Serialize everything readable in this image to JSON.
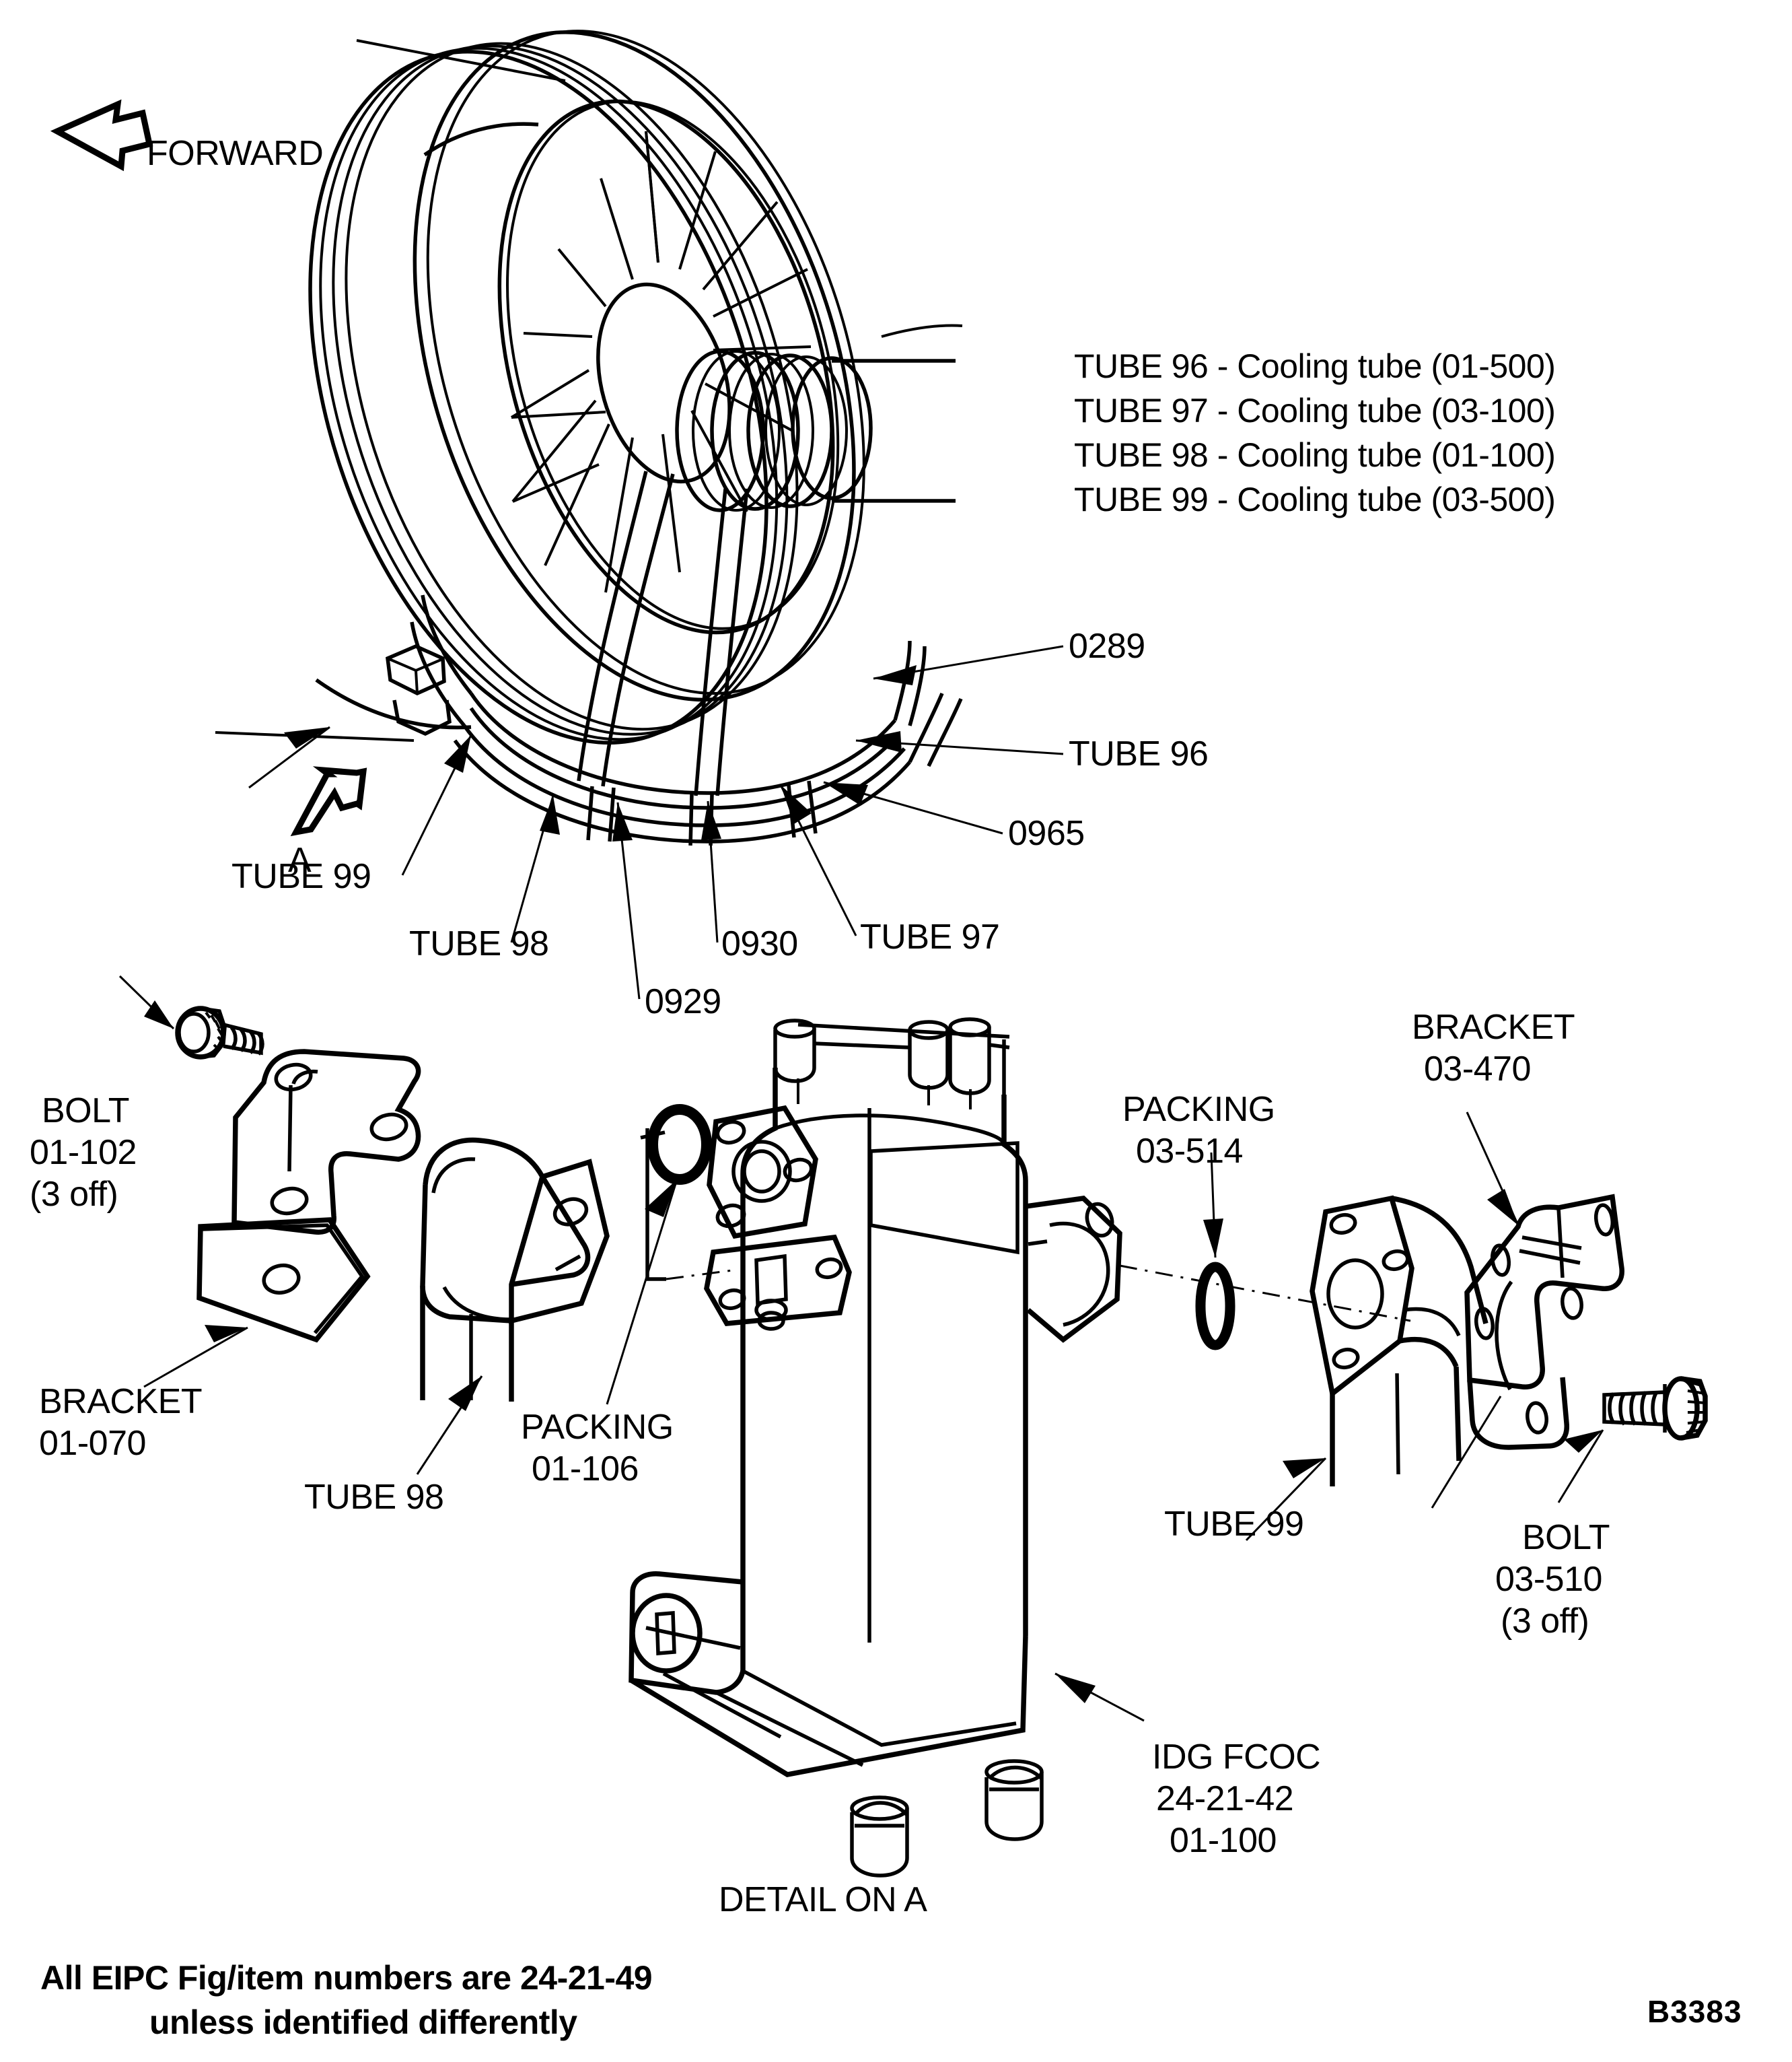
{
  "figure": {
    "code": "B3383",
    "detail_caption": "DETAIL ON A",
    "section_marker": "A",
    "forward_label": "FORWARD",
    "footer_line1": "All EIPC Fig/item numbers are 24-21-49",
    "footer_line2": "unless identified differently"
  },
  "legend": {
    "lines": [
      "TUBE 96 - Cooling tube (01-500)",
      "TUBE 97 - Cooling tube (03-100)",
      "TUBE 98 - Cooling tube (01-100)",
      "TUBE 99 - Cooling tube (03-500)"
    ]
  },
  "fan_callouts": {
    "item_0289": "0289",
    "tube_96": "TUBE 96",
    "item_0965": "0965",
    "tube_97": "TUBE 97",
    "item_0930": "0930",
    "item_0929": "0929",
    "tube_98": "TUBE 98",
    "tube_99": "TUBE 99"
  },
  "detail_callouts": {
    "bolt_left_l1": "BOLT",
    "bolt_left_l2": "01-102",
    "bolt_left_l3": "(3 off)",
    "bracket_left_l1": "BRACKET",
    "bracket_left_l2": "01-070",
    "tube_98": "TUBE 98",
    "packing_left_l1": "PACKING",
    "packing_left_l2": "01-106",
    "packing_right_l1": "PACKING",
    "packing_right_l2": "03-514",
    "bracket_right_l1": "BRACKET",
    "bracket_right_l2": "03-470",
    "tube_99": "TUBE 99",
    "bolt_right_l1": "BOLT",
    "bolt_right_l2": "03-510",
    "bolt_right_l3": "(3 off)",
    "fcoc_l1": "IDG FCOC",
    "fcoc_l2": "24-21-42",
    "fcoc_l3": "01-100"
  },
  "colors": {
    "ink": "#000000",
    "paper": "#ffffff"
  }
}
